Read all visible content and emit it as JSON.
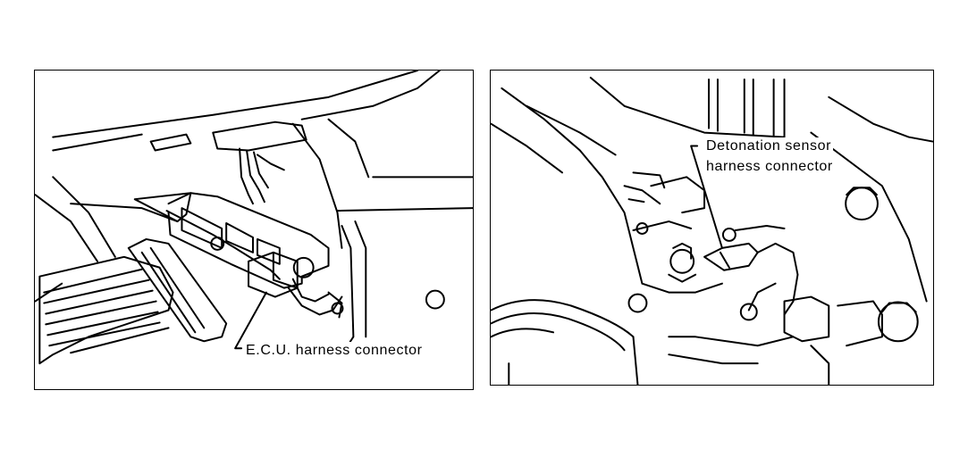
{
  "left_panel": {
    "callout": "E.C.U. harness connector"
  },
  "right_panel": {
    "callout_line1": "Detonation sensor",
    "callout_line2": "harness connector"
  }
}
